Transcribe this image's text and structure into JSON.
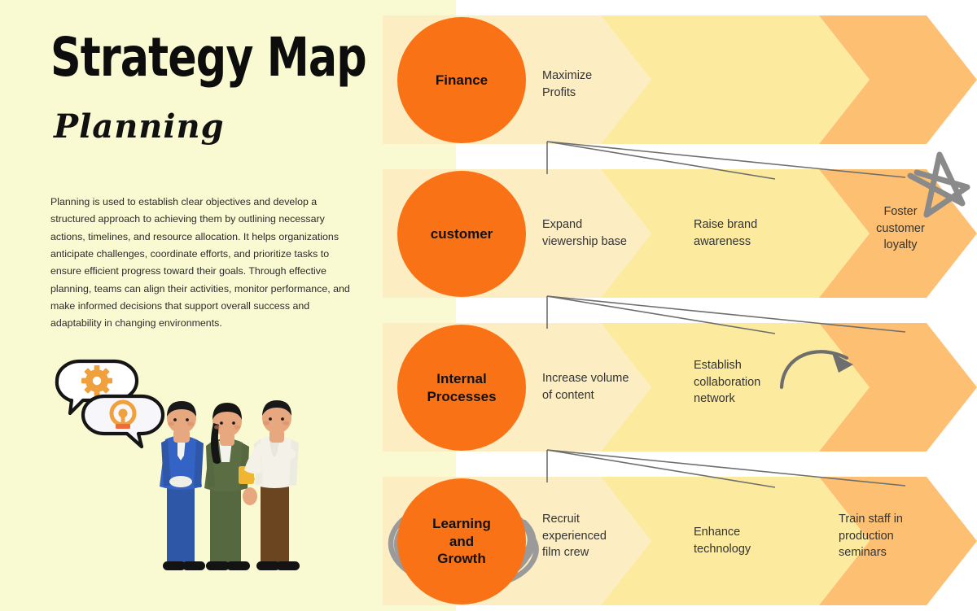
{
  "header": {
    "title": "Strategy Map",
    "subtitle": "Planning"
  },
  "description": {
    "paragraph": "Planning is used to establish clear objectives and develop a structured approach to achieving them by outlining necessary actions, timelines, and resource allocation. It helps organizations anticipate challenges, coordinate efforts, and prioritize tasks to ensure efficient progress toward their goals. Through effective planning, teams can align their activities, monitor performance, and make informed decisions that support overall success and adaptability in changing environments."
  },
  "illustration": {
    "name": "team-discussion-illustration",
    "bubbles": [
      "gear-icon",
      "lightbulb-icon"
    ],
    "people": [
      "person-blue-suit",
      "person-green-suit-with-mug",
      "person-white-shirt"
    ]
  },
  "colors": {
    "panel_background": "#fafad2",
    "circle": "#f97316",
    "chevron_1": "#fcedc3",
    "chevron_2": "#fceb9f",
    "chevron_3": "#fdbf72",
    "doodle": "#8a8a8a",
    "text": "#333333"
  },
  "perspectives": [
    {
      "label": "Finance",
      "steps": [
        "Maximize\nProfits",
        "",
        ""
      ]
    },
    {
      "label": "customer",
      "steps": [
        "Expand\nviewership base",
        "Raise brand\nawareness",
        "Foster\ncustomer\nloyalty"
      ]
    },
    {
      "label": "Internal\nProcesses",
      "steps": [
        "Increase volume\nof content",
        "Establish\ncollaboration\nnetwork",
        ""
      ]
    },
    {
      "label": "Learning\nand\nGrowth",
      "steps": [
        "Recruit\nexperienced\nfilm crew",
        "Enhance\ntechnology",
        "Train staff in\nproduction\nseminars"
      ]
    }
  ],
  "annotations": {
    "star": "star-doodle",
    "curved_arrow": "curved-arrow-doodle",
    "scribble_circle": "scribble-circle-doodle",
    "connector_lines": "connector-lines-doodle"
  }
}
